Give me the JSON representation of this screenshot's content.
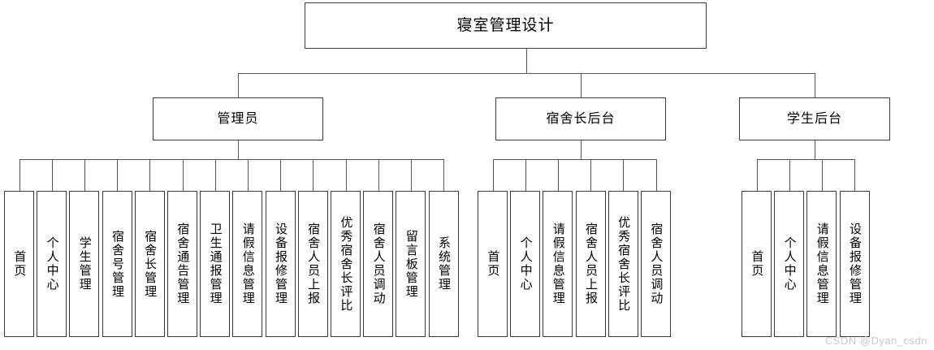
{
  "diagram": {
    "type": "org-chart",
    "title": "寝室管理设计",
    "watermark": "CSDN @Dyan_csdn",
    "colors": {
      "box_border": "#3a3a46",
      "connector": "#555560",
      "background": "#ffffff",
      "watermark": "#c9c9cf"
    },
    "branches": [
      {
        "label": "管理员",
        "leaves": [
          "首页",
          "个人中心",
          "学生管理",
          "宿舍号管理",
          "宿舍长管理",
          "宿舍通告管理",
          "卫生通报管理",
          "请假信息管理",
          "设备报修管理",
          "宿舍人员上报",
          "优秀宿舍长评比",
          "宿舍人员调动",
          "留言板管理",
          "系统管理"
        ]
      },
      {
        "label": "宿舍长后台",
        "leaves": [
          "首页",
          "个人中心",
          "请假信息管理",
          "宿舍人员上报",
          "优秀宿舍长评比",
          "宿舍人员调动"
        ]
      },
      {
        "label": "学生后台",
        "leaves": [
          "首页",
          "个人中心",
          "请假信息管理",
          "设备报修管理"
        ]
      }
    ]
  }
}
